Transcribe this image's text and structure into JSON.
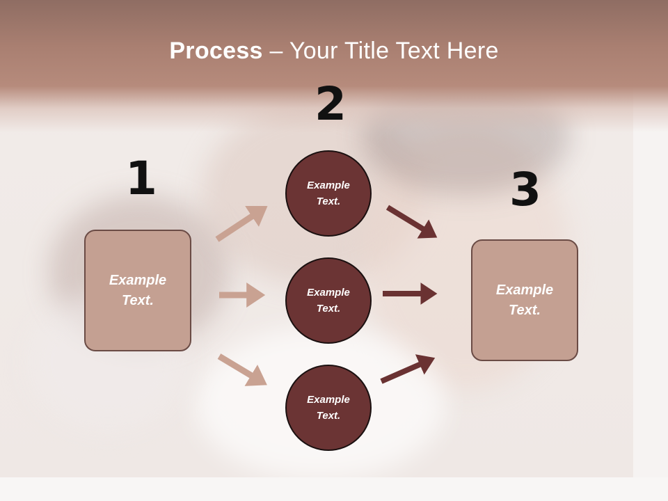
{
  "title": {
    "bold": "Process",
    "rest": " – Your Title Text Here"
  },
  "steps": [
    {
      "number": "1",
      "text": "Example Text."
    },
    {
      "number": "2",
      "items": [
        "Example Text.",
        "Example Text.",
        "Example Text."
      ]
    },
    {
      "number": "3",
      "text": "Example Text."
    }
  ],
  "colors": {
    "box_fill": "#c4a092",
    "circle_fill": "#6b3434",
    "arrow_light": "#c9a292",
    "arrow_dark": "#6a3232",
    "title_band": "#a97f71"
  }
}
